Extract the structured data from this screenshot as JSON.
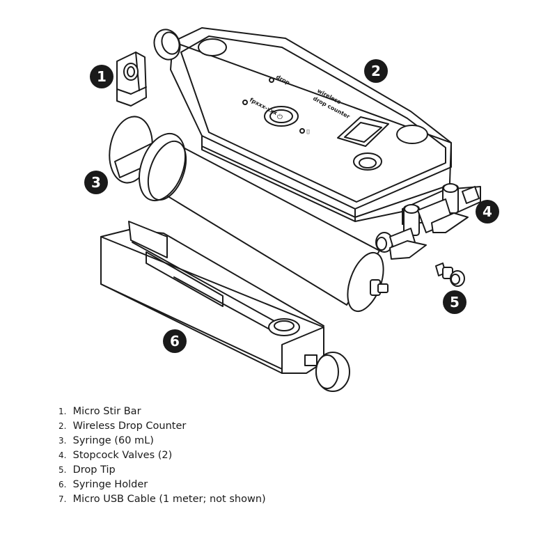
{
  "callouts": [
    "1",
    "2",
    "3",
    "4",
    "5",
    "6"
  ],
  "device": {
    "label_drop": "drop",
    "label_id": "fpxxx-xxx",
    "label_wireless": "wireless",
    "label_drop_counter": "drop counter",
    "power_icon": "power-icon",
    "usb_icon": "usb-icon"
  },
  "parts": [
    {
      "number": "1.",
      "label": "Micro Stir Bar"
    },
    {
      "number": "2.",
      "label": "Wireless Drop Counter"
    },
    {
      "number": "3.",
      "label": "Syringe (60 mL)"
    },
    {
      "number": "4.",
      "label": "Stopcock Valves (2)"
    },
    {
      "number": "5.",
      "label": "Drop Tip"
    },
    {
      "number": "6.",
      "label": "Syringe Holder"
    },
    {
      "number": "7.",
      "label": "Micro USB Cable (1 meter; not shown)"
    }
  ]
}
